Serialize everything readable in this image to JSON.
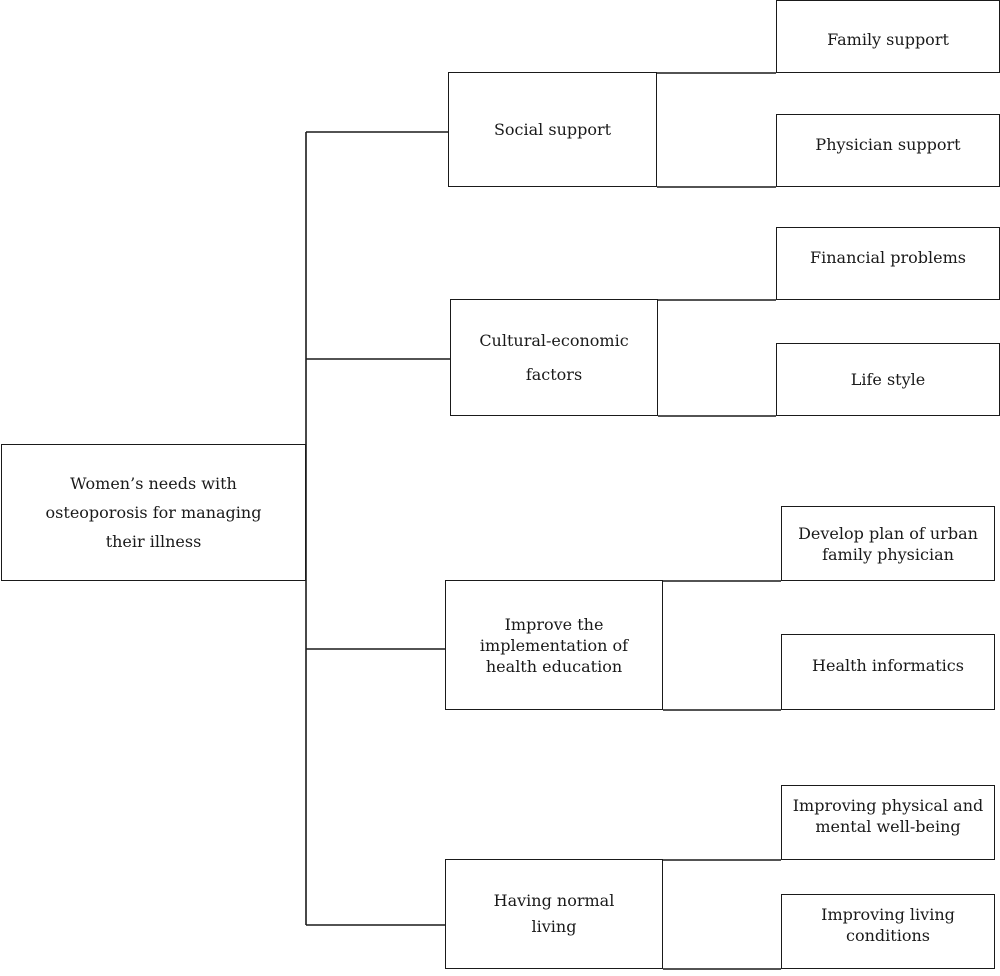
{
  "root": {
    "label": "Women’s needs with\nosteoporosis for managing\ntheir illness"
  },
  "groups": [
    {
      "label": "Social support",
      "children": [
        "Family support",
        "Physician support"
      ]
    },
    {
      "label": "Cultural-economic\nfactors",
      "children": [
        "Financial problems",
        "Life style"
      ]
    },
    {
      "label": "Improve the\nimplementation of\nhealth education",
      "children": [
        "Develop plan of urban\nfamily physician",
        "Health informatics"
      ]
    },
    {
      "label": "Having normal\nliving",
      "children": [
        "Improving physical and\nmental well-being",
        "Improving living\nconditions"
      ]
    }
  ],
  "colors": {
    "line": "#1a1a1a",
    "background": "#ffffff",
    "text": "#1a1a1a"
  }
}
